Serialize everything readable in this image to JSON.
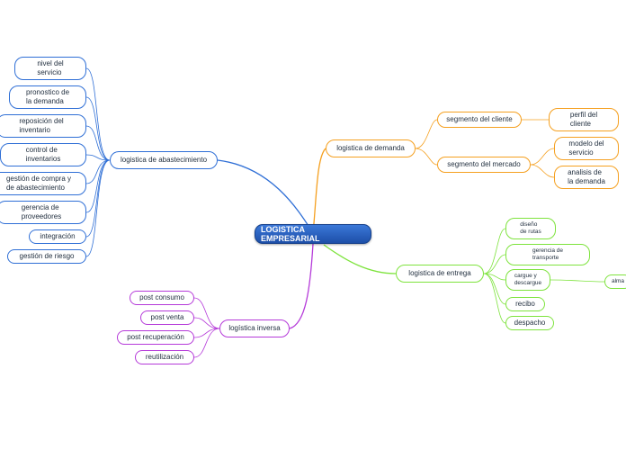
{
  "center": "LOGISTICA EMPRESARIAL",
  "branches": {
    "abastecimiento": {
      "label": "logistica de abastecimiento",
      "children": [
        "nivel del\nservicio",
        "pronostico de\nla demanda",
        "reposición del\ninventario",
        "control de\ninventarios",
        "gestión de compra y\nde abastecimiento",
        "gerencia de\nproveedores",
        "integración",
        "gestión de riesgo"
      ]
    },
    "demanda": {
      "label": "logistica de demanda",
      "segmento_cliente": {
        "label": "segmento del cliente",
        "children": [
          "perfil del\ncliente"
        ]
      },
      "segmento_mercado": {
        "label": "segmento del mercado",
        "children": [
          "modelo del\nservicio",
          "analisis de\nla demanda"
        ]
      }
    },
    "entrega": {
      "label": "logistica de entrega",
      "children": [
        "diseño\nde rutas",
        "gerencia de\ntransporte",
        "cargue y\ndescargue",
        "recibo",
        "despacho"
      ],
      "sub": "alma"
    },
    "inversa": {
      "label": "logística inversa",
      "children": [
        "post consumo",
        "post venta",
        "post recuperación",
        "reutilización"
      ]
    }
  },
  "colors": {
    "abastecimiento": "#2f6fd6",
    "demanda": "#f5a020",
    "entrega": "#7ee33d",
    "inversa": "#b53ad9"
  }
}
